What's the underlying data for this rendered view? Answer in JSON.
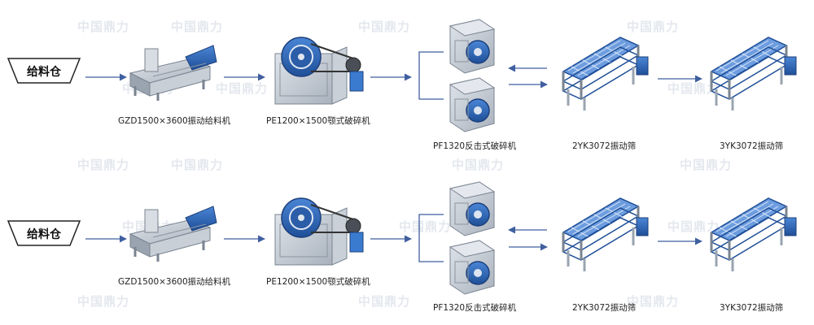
{
  "watermark": "中国鼎力",
  "colors": {
    "arrow": "#3f5f9f",
    "machine_blue": "#2f64b0",
    "steel": "#b8c0ca"
  },
  "rows": [
    {
      "hopper": "给料仓",
      "feeder": "GZD1500×3600振动给料机",
      "jaw": "PE1200×1500颚式破碎机",
      "impact": "PF1320反击式破碎机",
      "screen2": "2YK3072振动筛",
      "screen3": "3YK3072振动筛"
    },
    {
      "hopper": "给料仓",
      "feeder": "GZD1500×3600振动给料机",
      "jaw": "PE1200×1500颚式破碎机",
      "impact": "PF1320反击式破碎机",
      "screen2": "2YK3072振动筛",
      "screen3": "3YK3072振动筛"
    }
  ]
}
